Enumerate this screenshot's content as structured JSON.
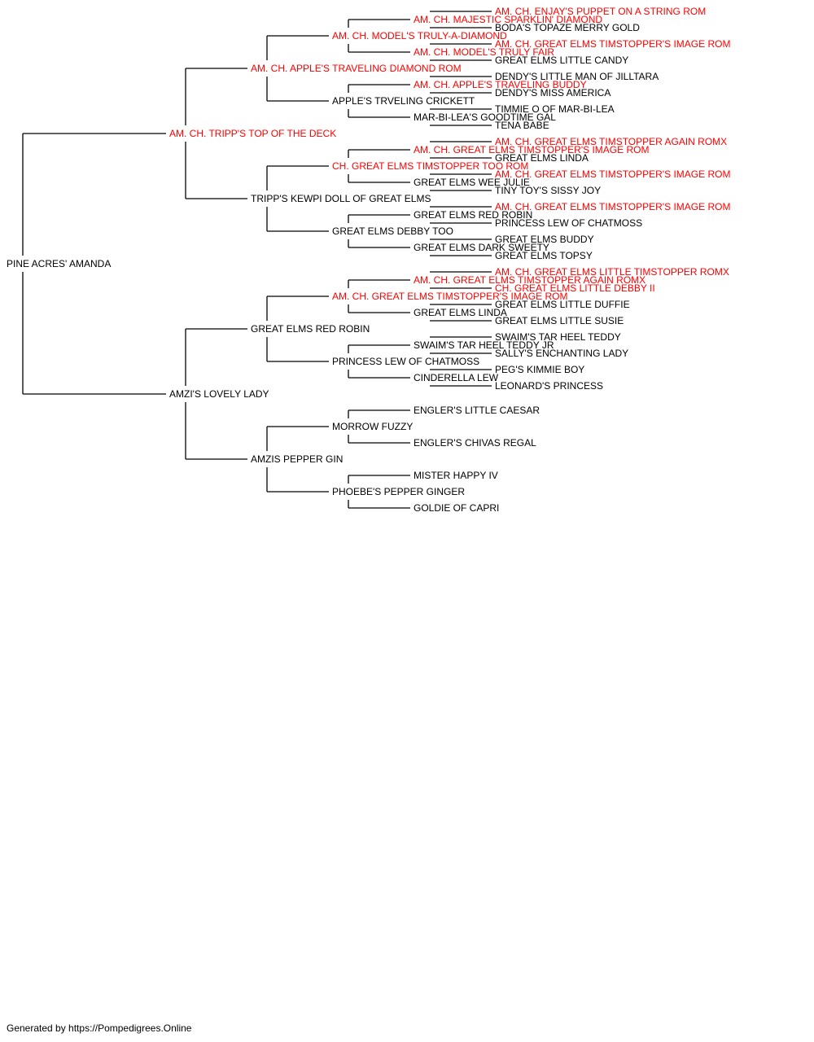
{
  "colors": {
    "champion": "#ff0000",
    "normal": "#000000",
    "line": "#000000"
  },
  "footer": "Generated by https://Pompedigrees.Online",
  "pedigree": {
    "name": "PINE ACRES' AMANDA",
    "ch": false,
    "sire": {
      "name": "AM. CH. TRIPP'S TOP OF THE DECK",
      "ch": true,
      "sire": {
        "name": "AM. CH. APPLE'S TRAVELING DIAMOND ROM",
        "ch": true,
        "sire": {
          "name": "AM. CH. MODEL'S TRULY-A-DIAMOND",
          "ch": true,
          "sire": {
            "name": "AM. CH. MAJESTIC SPARKLIN' DIAMOND",
            "ch": true,
            "sire": {
              "name": "AM. CH. ENJAY'S PUPPET ON A STRING ROM",
              "ch": true
            },
            "dam": {
              "name": "BODA'S TOPAZE MERRY GOLD",
              "ch": false
            }
          },
          "dam": {
            "name": "AM. CH. MODEL'S TRULY FAIR",
            "ch": true,
            "sire": {
              "name": "AM. CH. GREAT ELMS TIMSTOPPER'S IMAGE ROM",
              "ch": true
            },
            "dam": {
              "name": "GREAT ELMS LITTLE CANDY",
              "ch": false
            }
          }
        },
        "dam": {
          "name": "APPLE'S TRVELING CRICKETT",
          "ch": false,
          "sire": {
            "name": "AM. CH. APPLE'S TRAVELING BUDDY",
            "ch": true,
            "sire": {
              "name": "DENDY'S LITTLE MAN OF JILLTARA",
              "ch": false
            },
            "dam": {
              "name": "DENDY'S MISS AMERICA",
              "ch": false
            }
          },
          "dam": {
            "name": "MAR-BI-LEA'S GOODTIME GAL",
            "ch": false,
            "sire": {
              "name": "TIMMIE O OF MAR-BI-LEA",
              "ch": false
            },
            "dam": {
              "name": "TENA BABE",
              "ch": false
            }
          }
        }
      },
      "dam": {
        "name": "TRIPP'S KEWPI DOLL OF GREAT ELMS",
        "ch": false,
        "sire": {
          "name": "CH. GREAT ELMS TIMSTOPPER TOO ROM",
          "ch": true,
          "sire": {
            "name": "AM. CH. GREAT ELMS TIMSTOPPER'S IMAGE ROM",
            "ch": true,
            "sire": {
              "name": "AM. CH. GREAT ELMS TIMSTOPPER AGAIN ROMX",
              "ch": true
            },
            "dam": {
              "name": "GREAT ELMS LINDA",
              "ch": false
            }
          },
          "dam": {
            "name": "GREAT ELMS WEE JULIE",
            "ch": false,
            "sire": {
              "name": "AM. CH. GREAT ELMS TIMSTOPPER'S IMAGE ROM",
              "ch": true
            },
            "dam": {
              "name": "TINY TOY'S SISSY JOY",
              "ch": false
            }
          }
        },
        "dam": {
          "name": "GREAT ELMS DEBBY TOO",
          "ch": false,
          "sire": {
            "name": "GREAT ELMS RED ROBIN",
            "ch": false,
            "sire": {
              "name": "AM. CH. GREAT ELMS TIMSTOPPER'S IMAGE ROM",
              "ch": true
            },
            "dam": {
              "name": "PRINCESS LEW OF CHATMOSS",
              "ch": false
            }
          },
          "dam": {
            "name": "GREAT ELMS DARK SWEETY",
            "ch": false,
            "sire": {
              "name": "GREAT ELMS BUDDY",
              "ch": false
            },
            "dam": {
              "name": "GREAT ELMS TOPSY",
              "ch": false
            }
          }
        }
      }
    },
    "dam": {
      "name": "AMZI'S LOVELY LADY",
      "ch": false,
      "sire": {
        "name": "GREAT ELMS RED ROBIN",
        "ch": false,
        "sire": {
          "name": "AM. CH. GREAT ELMS TIMSTOPPER'S IMAGE ROM",
          "ch": true,
          "sire": {
            "name": "AM. CH. GREAT ELMS TIMSTOPPER AGAIN ROMX",
            "ch": true,
            "sire": {
              "name": "AM. CH. GREAT ELMS LITTLE TIMSTOPPER ROMX",
              "ch": true
            },
            "dam": {
              "name": "CH. GREAT ELMS LITTLE DEBBY II",
              "ch": true
            }
          },
          "dam": {
            "name": "GREAT ELMS LINDA",
            "ch": false,
            "sire": {
              "name": "GREAT ELMS LITTLE DUFFIE",
              "ch": false
            },
            "dam": {
              "name": "GREAT ELMS LITTLE SUSIE",
              "ch": false
            }
          }
        },
        "dam": {
          "name": "PRINCESS LEW OF CHATMOSS",
          "ch": false,
          "sire": {
            "name": "SWAIM'S TAR HEEL TEDDY JR",
            "ch": false,
            "sire": {
              "name": "SWAIM'S TAR HEEL TEDDY",
              "ch": false
            },
            "dam": {
              "name": "SALLY'S ENCHANTING LADY",
              "ch": false
            }
          },
          "dam": {
            "name": "CINDERELLA LEW",
            "ch": false,
            "sire": {
              "name": "PEG'S KIMMIE BOY",
              "ch": false
            },
            "dam": {
              "name": "LEONARD'S PRINCESS",
              "ch": false
            }
          }
        }
      },
      "dam": {
        "name": "AMZIS PEPPER GIN",
        "ch": false,
        "sire": {
          "name": "MORROW FUZZY",
          "ch": false,
          "sire": {
            "name": "ENGLER'S LITTLE CAESAR",
            "ch": false
          },
          "dam": {
            "name": "ENGLER'S CHIVAS REGAL",
            "ch": false
          }
        },
        "dam": {
          "name": "PHOEBE'S PEPPER GINGER",
          "ch": false,
          "sire": {
            "name": "MISTER HAPPY IV",
            "ch": false
          },
          "dam": {
            "name": "GOLDIE OF CAPRI",
            "ch": false
          }
        }
      }
    }
  }
}
